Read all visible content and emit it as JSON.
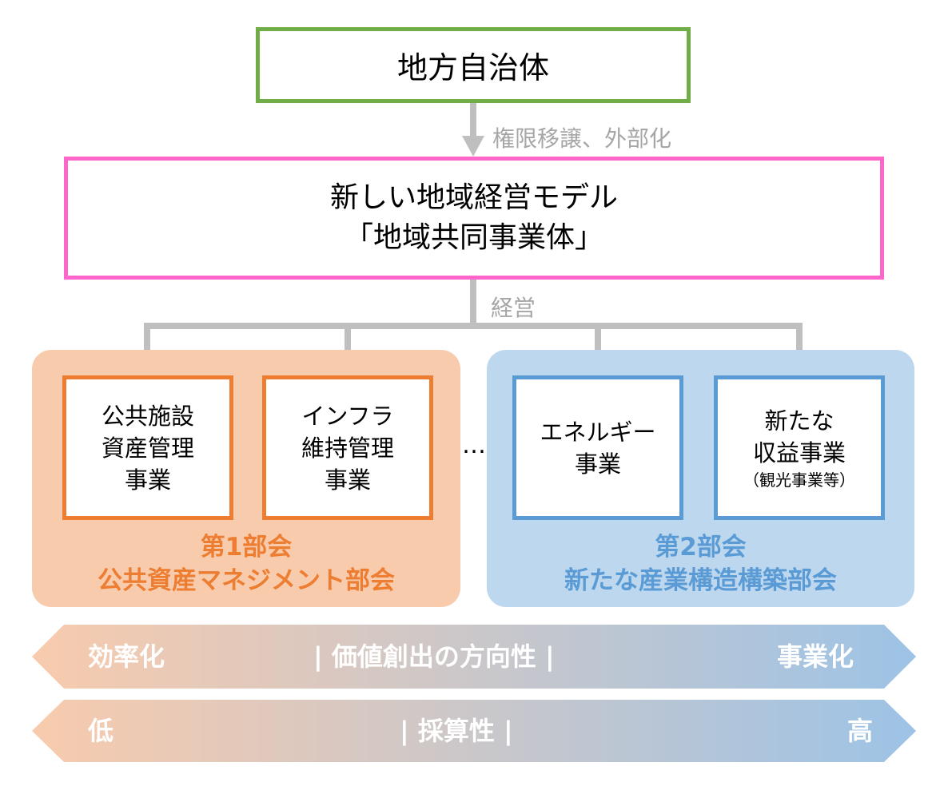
{
  "top": {
    "label": "地方自治体"
  },
  "link_top": {
    "label": "権限移譲、外部化"
  },
  "model": {
    "line1": "新しい地域経営モデル",
    "line2": "「地域共同事業体」"
  },
  "link_model": {
    "label": "経営"
  },
  "panel1": {
    "title": "第1部会",
    "subtitle": "公共資産マネジメント部会",
    "items": [
      {
        "lines": [
          "公共施設",
          "資産管理",
          "事業"
        ]
      },
      {
        "lines": [
          "インフラ",
          "維持管理",
          "事業"
        ]
      }
    ]
  },
  "ellipsis": "…",
  "panel2": {
    "title": "第2部会",
    "subtitle": "新たな産業構造構築部会",
    "items": [
      {
        "lines": [
          "エネルギー",
          "事業"
        ]
      },
      {
        "lines": [
          "新たな",
          "収益事業"
        ],
        "note": "（観光事業等）"
      }
    ]
  },
  "arrow1": {
    "left": "効率化",
    "center": "価値創出の方向性",
    "right": "事業化"
  },
  "arrow2": {
    "left": "低",
    "center": "採算性",
    "right": "高"
  },
  "colors": {
    "green": "#70ad47",
    "pink": "#ff66cc",
    "orange": "#ed7d31",
    "blue": "#5b9bd5",
    "orange_fill": "#f8cbad",
    "blue_fill": "#bdd7ee",
    "gray": "#bfbfbf"
  }
}
